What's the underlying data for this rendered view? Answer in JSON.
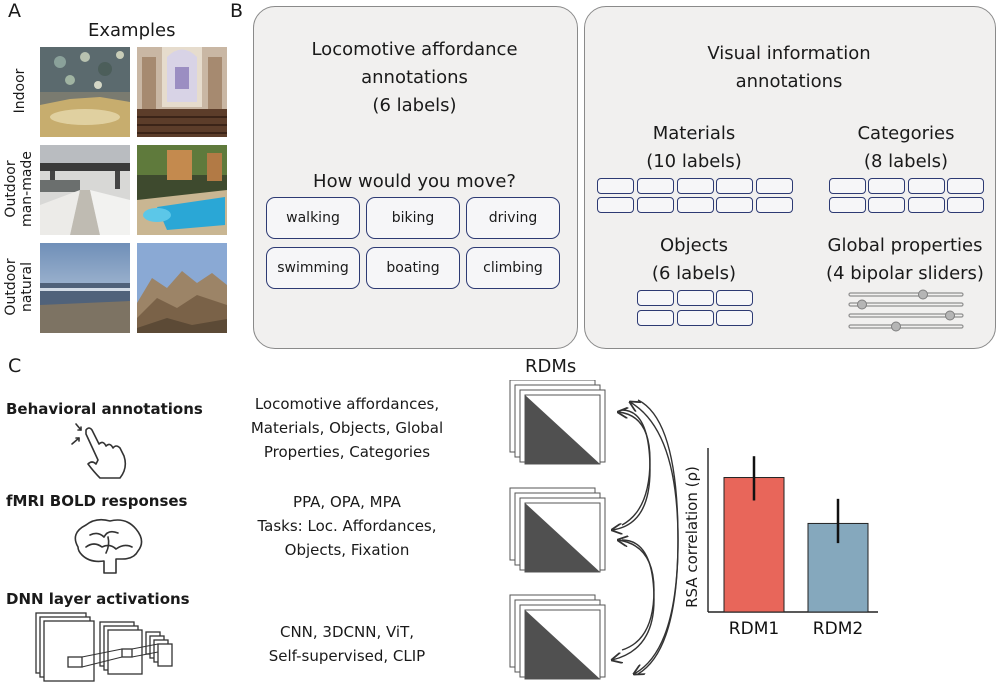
{
  "panel_a": {
    "letter": "A",
    "title": "Examples",
    "rows": [
      {
        "label": "Indoor",
        "image1": "indoor cave room",
        "image2": "church interior"
      },
      {
        "label": "Outdoor\nman-made",
        "image1": "snowy road with bridge",
        "image2": "swimming pool"
      },
      {
        "label": "Outdoor\nnatural",
        "image1": "seashore",
        "image2": "rocky mountains"
      }
    ]
  },
  "panel_b": {
    "letter": "B",
    "left": {
      "title": "Locomotive affordance\nannotations\n(6 labels)",
      "question": "How would you move?",
      "labels": [
        "walking",
        "biking",
        "driving",
        "swimming",
        "boating",
        "climbing"
      ]
    },
    "right": {
      "title": "Visual information\nannotations",
      "materials": "Materials\n(10 labels)",
      "categories": "Categories\n(8 labels)",
      "objects": "Objects\n(6 labels)",
      "global": "Global properties\n(4 bipolar sliders)"
    }
  },
  "panel_c": {
    "letter": "C",
    "rows": [
      {
        "heading": "Behavioral annotations",
        "description": "Locomotive affordances,\nMaterials, Objects, Global\nProperties, Categories",
        "icon": "hand-touch-icon"
      },
      {
        "heading": "fMRI BOLD responses",
        "description": "PPA, OPA, MPA\nTasks: Loc. Affordances,\nObjects, Fixation",
        "icon": "brain-icon"
      },
      {
        "heading": "DNN layer activations",
        "description": "CNN, 3DCNN, ViT,\nSelf-supervised,  CLIP",
        "icon": "network-layers-icon"
      }
    ],
    "rdms_title": "RDMs"
  },
  "chart_data": {
    "type": "bar",
    "categories": [
      "RDM1",
      "RDM2"
    ],
    "values": [
      0.82,
      0.54
    ],
    "errors": [
      [
        0.68,
        0.95
      ],
      [
        0.42,
        0.69
      ]
    ],
    "colors": [
      "#e8665a",
      "#85a8bd"
    ],
    "ylabel": "RSA correlation (ρ)",
    "ylim": [
      0,
      1
    ]
  }
}
